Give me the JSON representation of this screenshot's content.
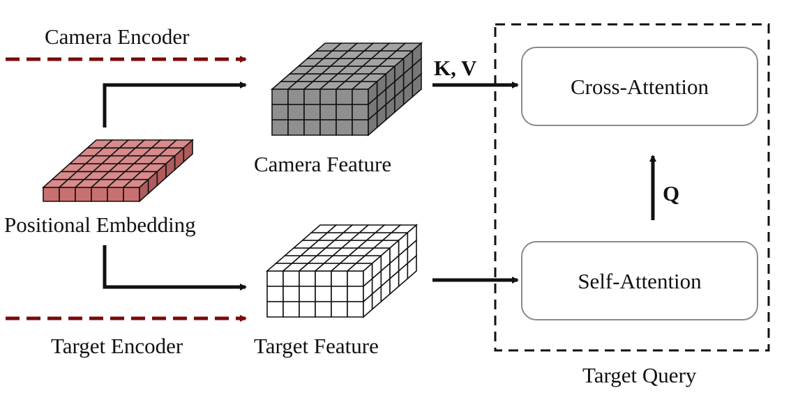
{
  "labels": {
    "camera_encoder": "Camera Encoder",
    "target_encoder": "Target Encoder",
    "positional_embedding": "Positional Embedding",
    "camera_feature": "Camera Feature",
    "target_feature": "Target Feature",
    "kv": "K, V",
    "q": "Q",
    "cross_attention": "Cross-Attention",
    "self_attention": "Self-Attention",
    "target_query": "Target Query"
  },
  "colors": {
    "encoder_arrow": "#7a0a0a",
    "solid_arrow": "#111111",
    "camera_feature_fill": "#8f8f8f",
    "camera_feature_top": "#a3a3a3",
    "camera_feature_side": "#787878",
    "target_feature_fill": "#ffffff",
    "positional_fill": "#c97070",
    "positional_top": "#d98a8a",
    "positional_side": "#b05c5c",
    "module_border": "#8a8a8a",
    "dashed_box": "#111111"
  }
}
